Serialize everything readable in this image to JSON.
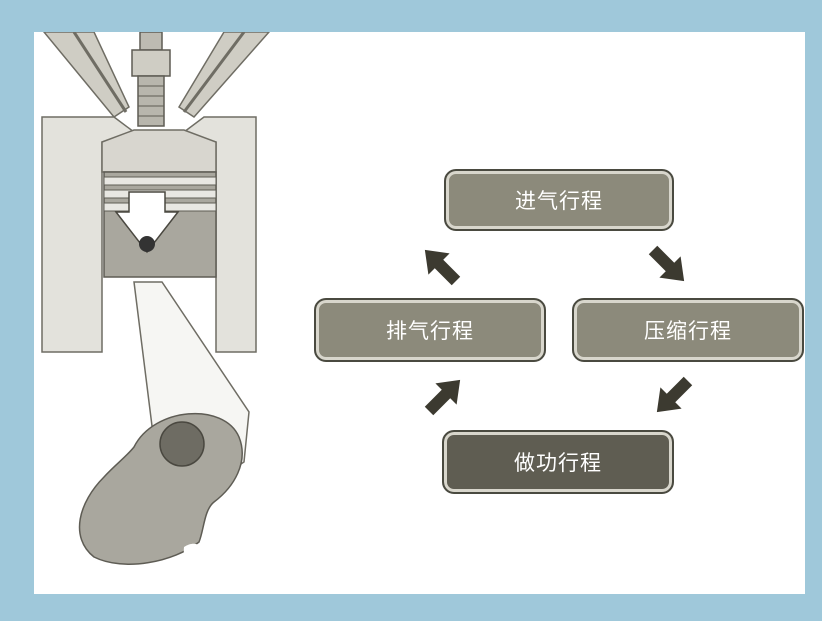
{
  "cycle": {
    "stages": {
      "intake": "进气行程",
      "compression": "压缩行程",
      "power": "做功行程",
      "exhaust": "排气行程"
    }
  },
  "colors": {
    "frame": "#9fc8da",
    "stage_fill": "#8c8a7b",
    "power_fill": "#5f5d52",
    "arrow": "#3c3a30"
  },
  "icons": [
    "engine-cross-section-illustration",
    "cycle-arrow-icon"
  ]
}
